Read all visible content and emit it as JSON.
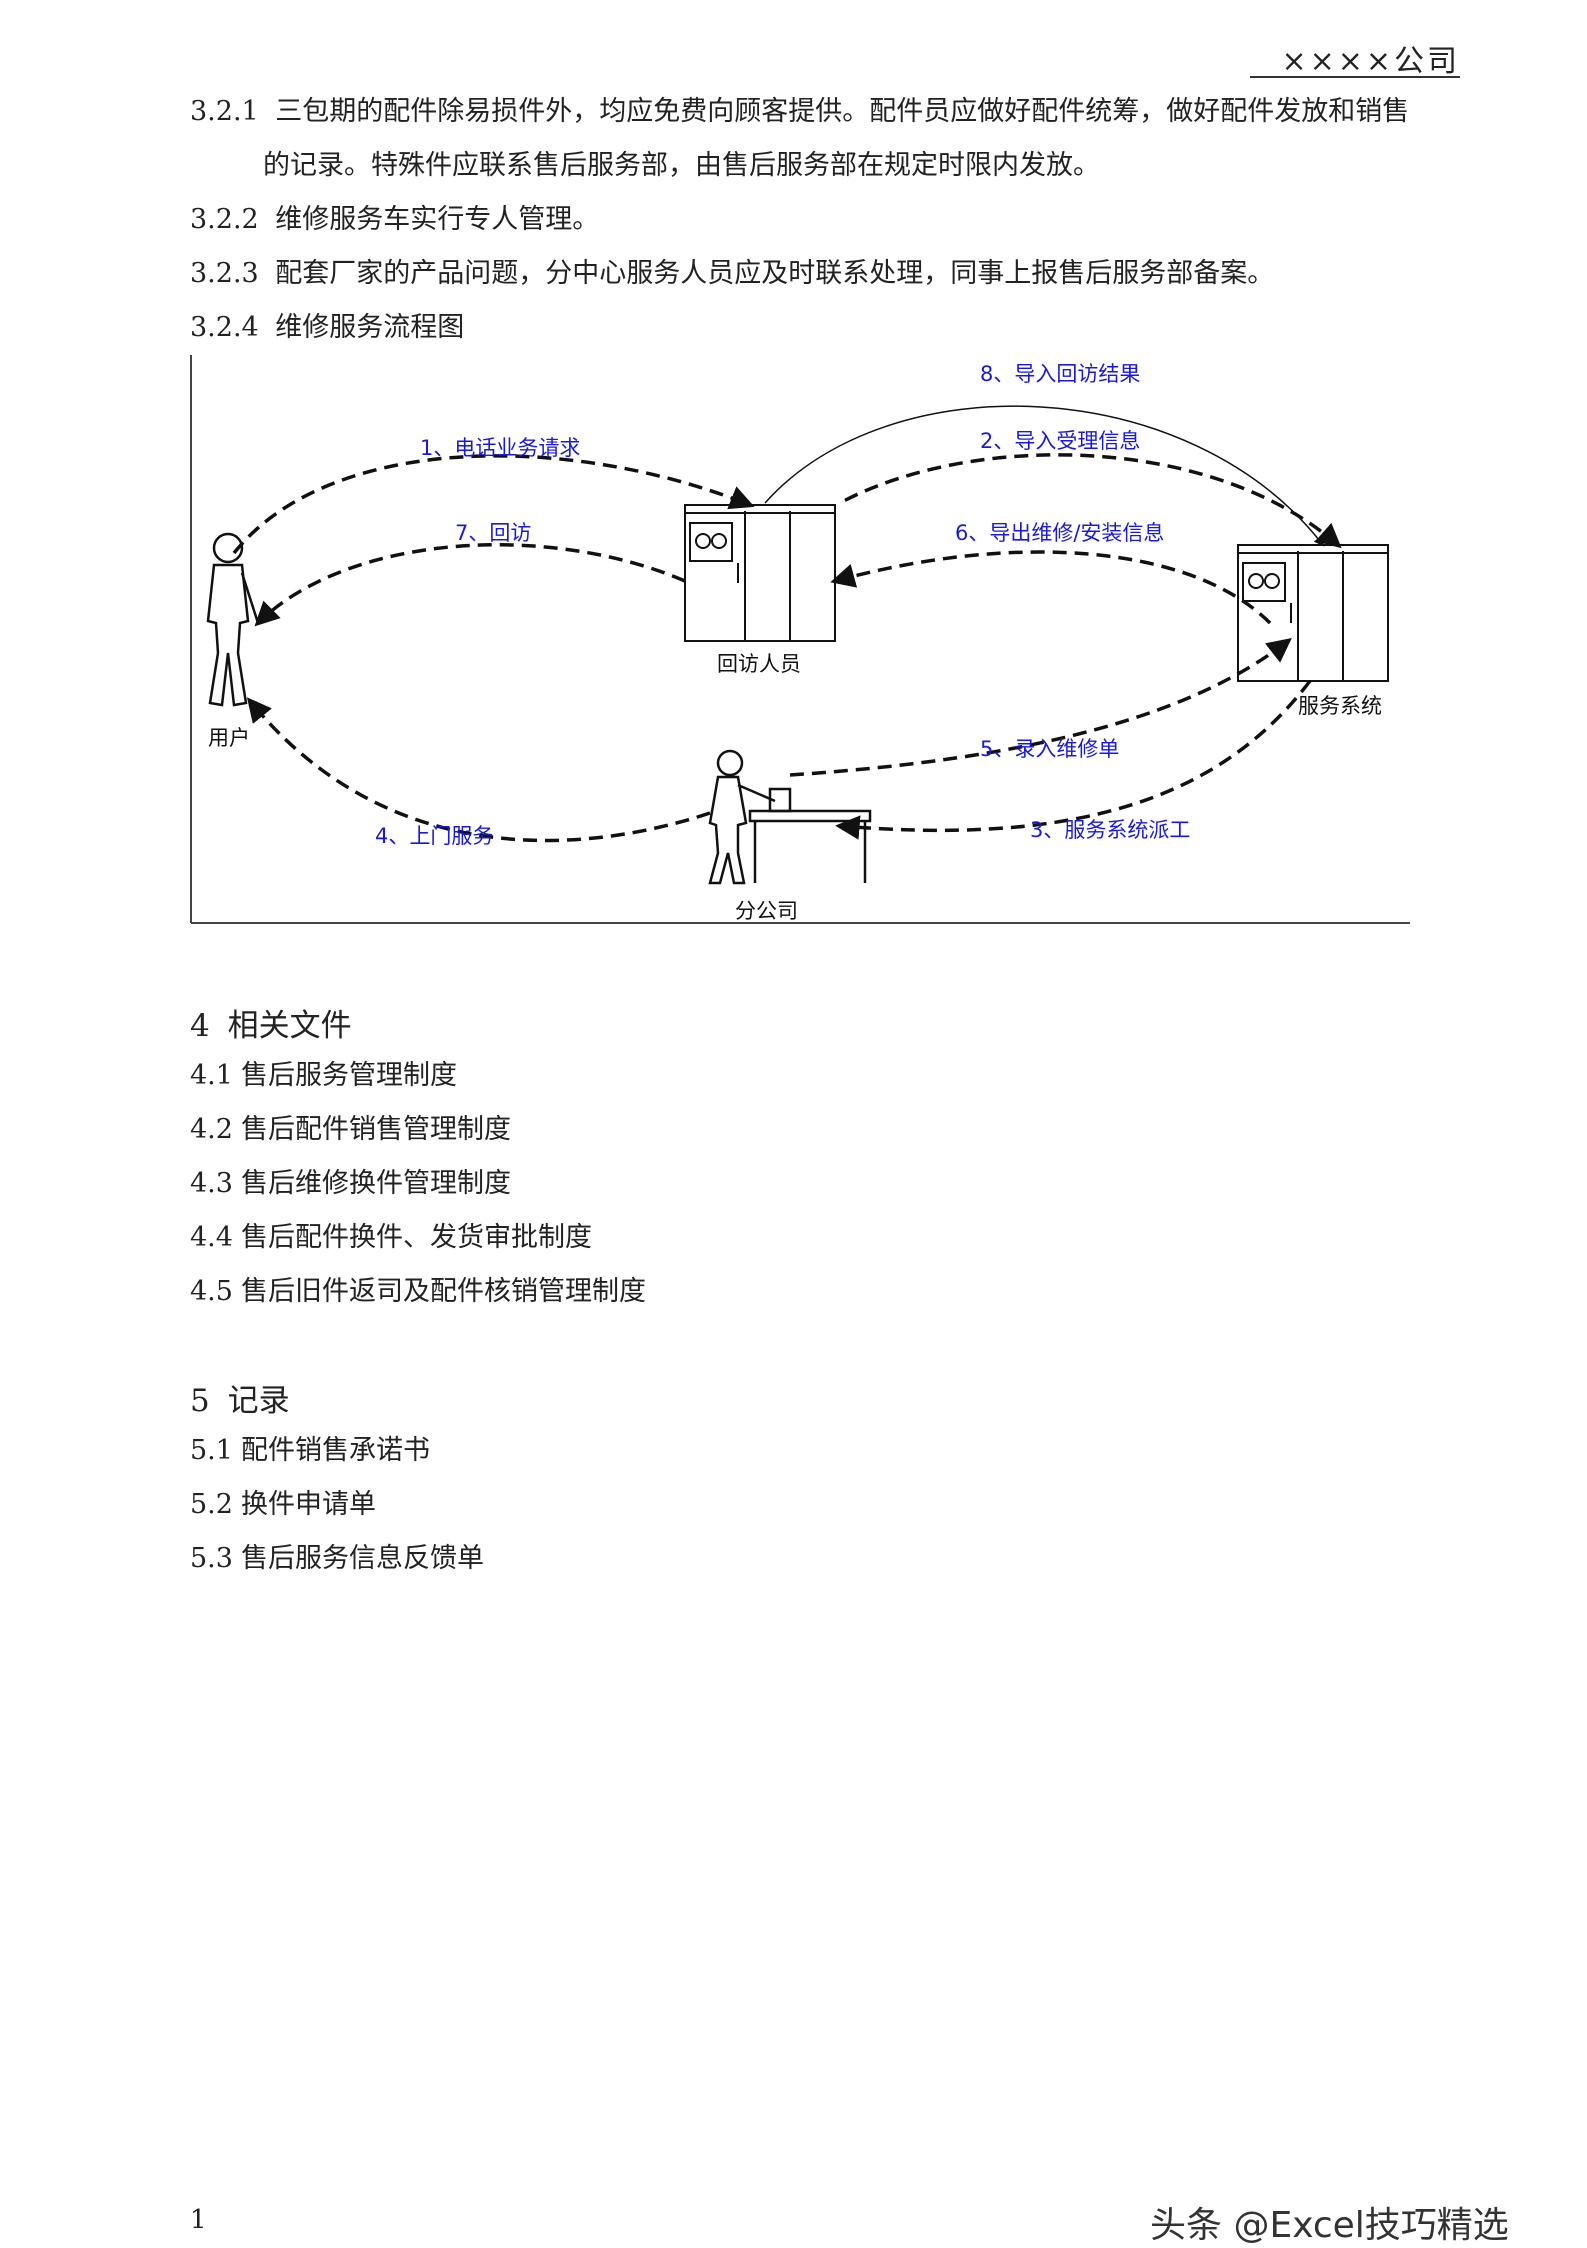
{
  "header": {
    "company": "××××公司"
  },
  "section3": {
    "p321_num": "3.2.1",
    "p321_line1": "三包期的配件除易损件外，均应免费向顾客提供。配件员应做好配件统筹，做好配件发放和销售",
    "p321_line2": "的记录。特殊件应联系售后服务部，由售后服务部在规定时限内发放。",
    "p322_num": "3.2.2",
    "p322_text": "维修服务车实行专人管理。",
    "p323_num": "3.2.3",
    "p323_text": "配套厂家的产品问题，分中心服务人员应及时联系处理，同事上报售后服务部备案。",
    "p324_num": "3.2.4",
    "p324_text": "维修服务流程图"
  },
  "diagram": {
    "nodes": {
      "user": "用户",
      "callback_staff": "回访人员",
      "service_system": "服务系统",
      "branch": "分公司"
    },
    "steps": {
      "s1": "1、电话业务请求",
      "s2": "2、导入受理信息",
      "s3": "3、服务系统派工",
      "s4": "4、上门服务",
      "s5": "5、录入维修单",
      "s6": "6、导出维修/安装信息",
      "s7": "7、回访",
      "s8": "8、导入回访结果"
    },
    "colors": {
      "label": "#1a1ad6",
      "arrow": "#111111"
    }
  },
  "section4": {
    "title_num": "4",
    "title": "相关文件",
    "items": [
      {
        "num": "4.1",
        "text": "售后服务管理制度"
      },
      {
        "num": "4.2",
        "text": "售后配件销售管理制度"
      },
      {
        "num": "4.3",
        "text": "售后维修换件管理制度"
      },
      {
        "num": "4.4",
        "text": "售后配件换件、发货审批制度"
      },
      {
        "num": "4.5",
        "text": "售后旧件返司及配件核销管理制度"
      }
    ]
  },
  "section5": {
    "title_num": "5",
    "title": "记录",
    "items": [
      {
        "num": "5.1",
        "text": "配件销售承诺书"
      },
      {
        "num": "5.2",
        "text": "换件申请单"
      },
      {
        "num": "5.3",
        "text": "售后服务信息反馈单"
      }
    ]
  },
  "footer": {
    "watermark": "头条 @Excel技巧精选",
    "page_number": "1"
  }
}
